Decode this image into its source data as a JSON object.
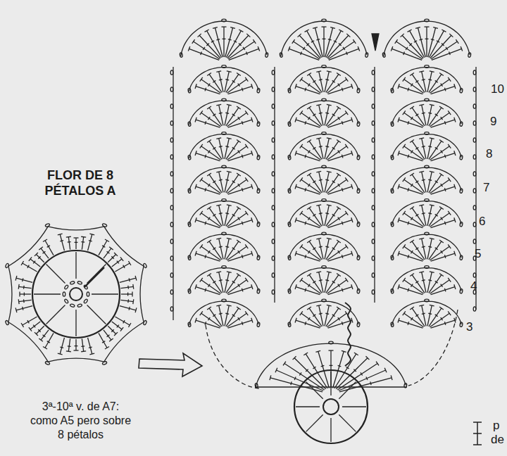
{
  "diagram": {
    "title": "FLOR DE 8 PÉTALOS A",
    "caption": "3ª-10ª v. de A7: como A5 pero sobre 8 pétalos",
    "labels": [
      "10",
      "9",
      "8",
      "7",
      "6",
      "5",
      "4",
      "3",
      "p",
      "de"
    ]
  }
}
